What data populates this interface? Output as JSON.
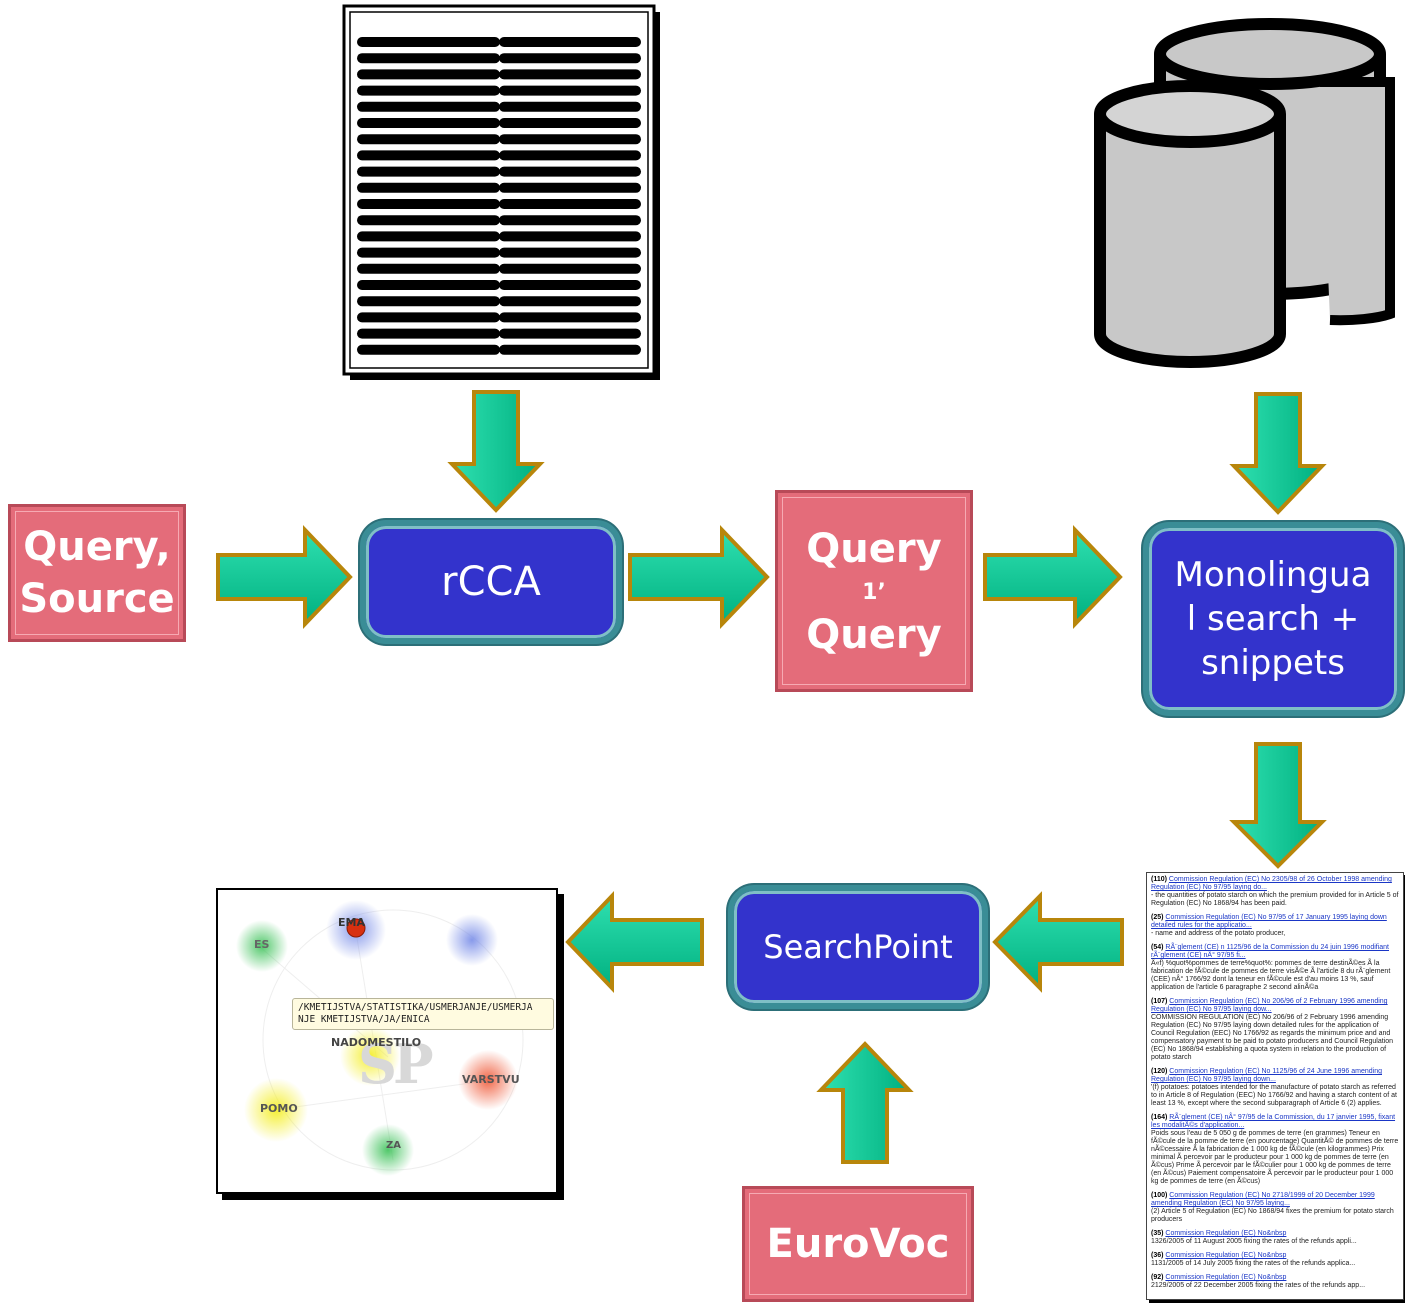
{
  "inputs": {
    "query_source": [
      "Query,",
      "Source"
    ],
    "eurovoc": "EuroVoc"
  },
  "processes": {
    "rcca": "rCCA",
    "monolingual": [
      "Monolingua",
      "l search +",
      "snippets"
    ],
    "searchpoint": "SearchPoint"
  },
  "query_box": {
    "line1": "Query",
    "line2": "1’",
    "line3": "Query"
  },
  "visualization": {
    "tooltip": [
      "/KMETIJSTVA/STATISTIKA/USMERJANJE/USMERJA",
      "NJE KMETIJSTVA/JA/ENICA"
    ],
    "nodes": [
      "EMA",
      "ES",
      "NADOMESTILO",
      "VARSTVU",
      "POMO",
      "ZA"
    ],
    "watermark": "SP"
  },
  "results": [
    {
      "num": "(110)",
      "title": "Commission Regulation (EC) No 2305/98 of 26 October 1998 amending Regulation (EC) No 97/95 laying do...",
      "text": "- the quantities of potato starch on which the premium provided for in Article 5 of Regulation (EC) No 1868/94 has been paid."
    },
    {
      "num": "(25)",
      "title": "Commission Regulation (EC) No 97/95 of 17 January 1995 laying down detailed rules for the applicatio...",
      "text": "- name and address of the potato producer,"
    },
    {
      "num": "(54)",
      "title": "RÃ¨glement (CE) n 1125/96 de la Commission du 24 juin 1996 modifiant rÃ¨glement (CE) nÂ° 97/95 fi...",
      "text": "Â«f) %quot%pommes de terre%quot%: pommes de terre destinÃ©es Ã  la fabrication de fÃ©cule de pommes de terre visÃ©e Ã  l'article 8 du rÃ¨glement (CEE) nÂ° 1766/92 dont la teneur en fÃ©cule est d'au moins 13 %, sauf application de l'article 6 paragraphe 2 second alinÃ©a"
    },
    {
      "num": "(107)",
      "title": "Commission Regulation (EC) No 206/96 of 2 February 1996 amending Regulation (EC) No 97/95 laying dow...",
      "text": "COMMISSION REGULATION (EC) No 206/96 of 2 February 1996 amending Regulation (EC) No 97/95 laying down detailed rules for the application of Council Regulation (EEC) No 1766/92 as regards the minimum price and and compensatory payment to be paid to potato producers and Council Regulation (EC) No 1868/94 establishing a quota system in relation to the production of potato starch"
    },
    {
      "num": "(120)",
      "title": "Commission Regulation (EC) No 1125/96 of 24 June 1996 amending Regulation (EC) No 97/95 laying down...",
      "text": "'(f) potatoes: potatoes intended for the manufacture of potato starch as referred to in Article 8 of Regulation (EEC) No 1766/92 and having a starch content of at least 13 %, except where the second subparagraph of Article 6 (2) applies."
    },
    {
      "num": "(164)",
      "title": "RÃ¨glement (CE) nÂ° 97/95 de la Commission, du 17 janvier 1995, fixant les modalitÃ©s d'application...",
      "text": "Poids sous l'eau de 5 050 g de pommes de terre (en grammes) Teneur en fÃ©cule de la pomme de terre (en pourcentage) QuantitÃ© de pommes de terre nÃ©cessaire Ã  la fabrication de 1 000 kg de fÃ©cule (en kilogrammes) Prix minimal Ã  percevoir par le producteur pour 1 000 kg de pommes de terre (en Ã©cus) Prime Ã  percevoir par le fÃ©culier pour 1 000 kg de pommes de terre (en Ã©cus) Paiement compensatoire Ã  percevoir par le producteur pour 1 000 kg de pommes de terre (en Ã©cus)"
    },
    {
      "num": "(100)",
      "title": "Commission Regulation (EC) No 2718/1999 of 20 December 1999 amending Regulation (EC) No 97/95 laying...",
      "text": "(2) Article 5 of Regulation (EC) No 1868/94 fixes the premium for potato starch producers"
    },
    {
      "num": "(35)",
      "title": "Commission Regulation (EC) No&nbsp",
      "text": "1326/2005 of 11 August 2005 fixing the rates of the refunds appli..."
    },
    {
      "num": "(36)",
      "title": "Commission Regulation (EC) No&nbsp",
      "text": "1131/2005 of 14 July 2005 fixing the rates of the refunds applica..."
    },
    {
      "num": "(92)",
      "title": "Commission Regulation (EC) No&nbsp",
      "text": "2129/2005 of 22 December 2005 fixing the rates of the refunds app..."
    }
  ],
  "colors": {
    "pink_box": "#e46c7a",
    "blue_box": "#3333cc",
    "arrow_fill": "#00c896",
    "arrow_border": "#b8860b"
  }
}
